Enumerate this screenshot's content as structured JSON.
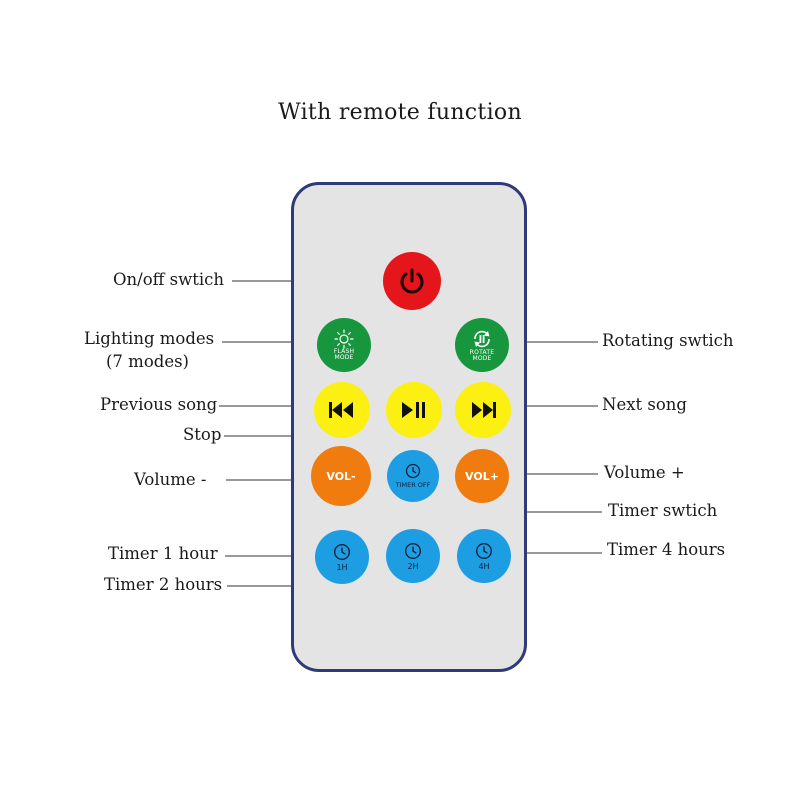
{
  "title": "With remote function",
  "remote": {
    "flash_label": "FLASH MODE",
    "rotate_label": "ROTATE MODE",
    "vol_minus_label": "VOL-",
    "vol_plus_label": "VOL+",
    "timer_off_label": "TIMER OFF",
    "timer_1h_label": "1H",
    "timer_2h_label": "2H",
    "timer_4h_label": "4H",
    "colors": {
      "power": "#e4161b",
      "mode": "#17963e",
      "media": "#fbf012",
      "volume": "#f07c10",
      "timer": "#1e9ee2",
      "outline": "#2e3b78"
    }
  },
  "callouts": {
    "on_off": "On/off swtich",
    "lighting_modes": "Lighting modes",
    "lighting_modes_count": "(7 modes)",
    "rotating": "Rotating swtich",
    "previous_song": "Previous song",
    "next_song": "Next song",
    "stop": "Stop",
    "volume_minus": "Volume -",
    "volume_plus": "Volume +",
    "timer_switch": "Timer swtich",
    "timer_1_hour": "Timer 1 hour",
    "timer_4_hours": "Timer 4 hours",
    "timer_2_hours": "Timer 2 hours"
  }
}
